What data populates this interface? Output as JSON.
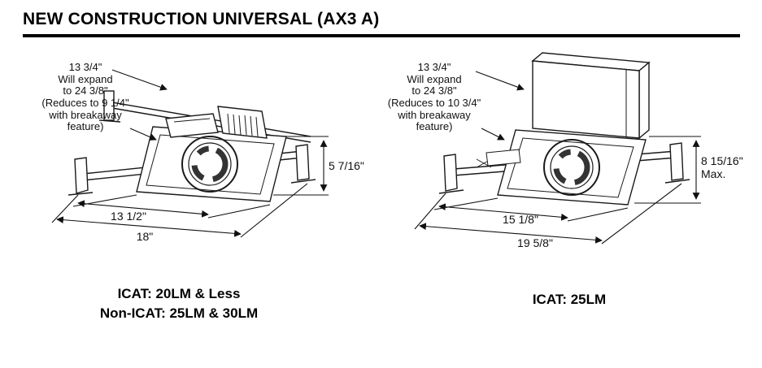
{
  "title": "NEW CONSTRUCTION UNIVERSAL (AX3 A)",
  "left_fixture": {
    "expansion_note": "13 3/4\"\nWill expand\nto 24 3/8\"\n(Reduces to 9 1/4\"\nwith breakaway\nfeature)",
    "height_dimension": "5 7/16\"",
    "frame_width_dimension": "13 1/2\"",
    "overall_width_dimension": "18\"",
    "caption": "ICAT: 20LM & Less\nNon-ICAT: 25LM & 30LM"
  },
  "right_fixture": {
    "expansion_note": "13 3/4\"\nWill expand\nto 24 3/8\"\n(Reduces to 10 3/4\"\nwith breakaway\nfeature)",
    "height_dimension": "8 15/16\"\nMax.",
    "frame_width_dimension": "15 1/8\"",
    "overall_width_dimension": "19 5/8\"",
    "caption": "ICAT: 25LM"
  }
}
